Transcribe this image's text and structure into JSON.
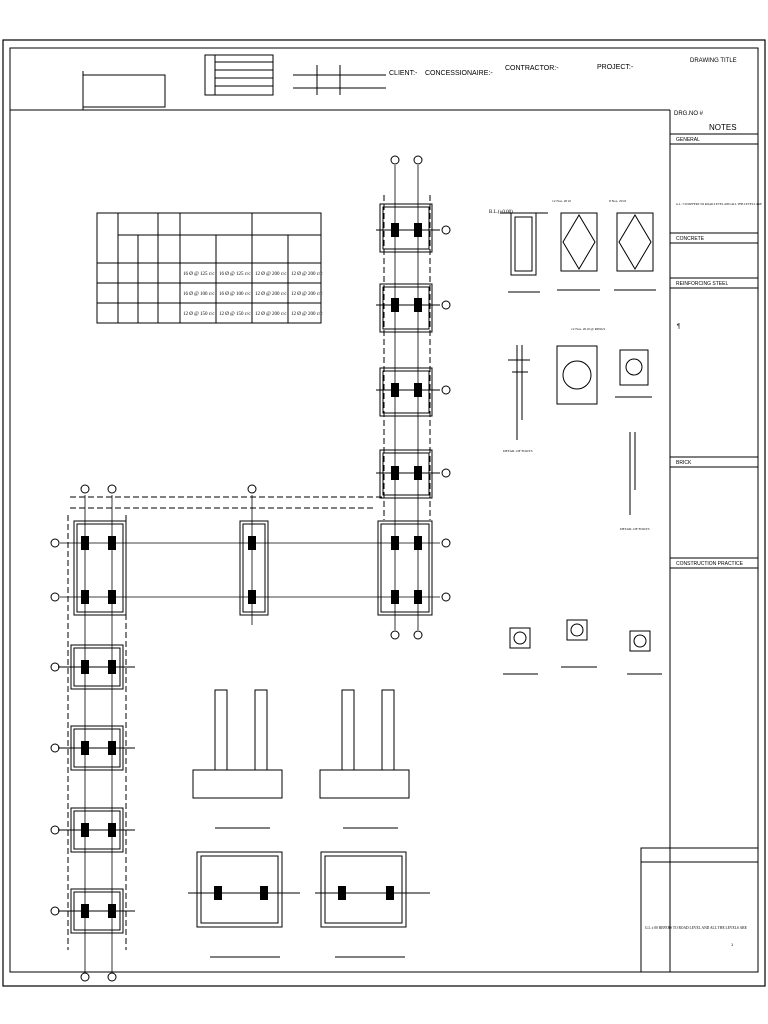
{
  "title_block": {
    "client_label": "CLIENT:-",
    "concessionaire_label": "CONCESSIONAIRE:-",
    "contractor_label": "CONTRACTOR:-",
    "project_label": "PROJECT:-",
    "drawing_title_label": "DRAWING TITLE",
    "drawing_no_label": "DRG.NO #"
  },
  "notes": {
    "heading": "NOTES",
    "general": "GENERAL",
    "general_note": "G.L. ± 00 REFERS TO ROAD LEVEL AND ALL THE LEVELS ARE",
    "concrete": "CONCRETE",
    "reinforcing_steel": "REINFORCING STEEL",
    "reinforcing_mark": "¶",
    "brick": "BRICK",
    "construction_practice": "CONSTRUCTION PRACTICE",
    "footer_note": "G.L ± 00 REFERS TO ROAD LEVEL AND ALL THE LEVELS ARE",
    "footer_mark": "1"
  },
  "schedule_table": {
    "rows": [
      [
        "16 Ø @ 125 c/c",
        "16 Ø @ 125 c/c",
        "12 Ø @ 200 c/c",
        "12 Ø @ 200 c/c"
      ],
      [
        "16 Ø @ 100 c/c",
        "16 Ø @ 100 c/c",
        "12 Ø @ 200 c/c",
        "12 Ø @ 200 c/c"
      ],
      [
        "12 Ø @ 150 c/c",
        "12 Ø @ 150 c/c",
        "12 Ø @ 200 c/c",
        "12 Ø @ 200 c/c"
      ]
    ]
  },
  "section_labels": {
    "level_label": "B.L.(+0.00)",
    "detail_a": "DETAIL OF FOOTS",
    "detail_b": "DETAIL OF FOOTS",
    "bar_note_1": "12 Nos. 20 Ø",
    "bar_note_2": "8 Nos. 20 Ø",
    "stirrup_note": "12 Nos. 20 Ø @ RINGS"
  },
  "colors": {
    "ink": "#000000",
    "paper": "#ffffff"
  }
}
